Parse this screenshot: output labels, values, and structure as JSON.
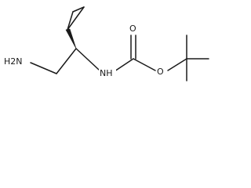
{
  "molecule": {
    "atoms": {
      "amine": "H2N",
      "carbamate_nitrogen": "NH",
      "carbonyl_oxygen": "O",
      "ester_oxygen": "O"
    }
  }
}
